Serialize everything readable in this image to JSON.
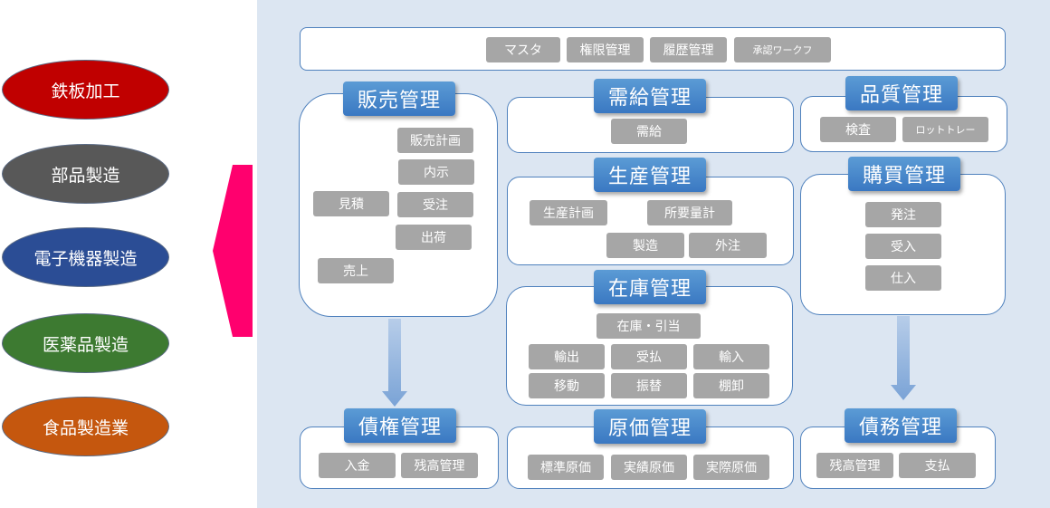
{
  "industries": [
    "鉄板加工",
    "部品製造",
    "電子機器製造",
    "医薬品製造",
    "食品製造業"
  ],
  "top_bar": {
    "master": "マスタ",
    "permission": "権限管理",
    "history": "履歴管理",
    "approval": "承認ワークフ"
  },
  "sales": {
    "title": "販売管理",
    "plan": "販売計画",
    "internal": "内示",
    "estimate": "見積",
    "order": "受注",
    "shipment": "出荷",
    "revenue": "売上"
  },
  "supply": {
    "title": "需給管理",
    "item": "需給"
  },
  "quality": {
    "title": "品質管理",
    "inspection": "検査",
    "lot_trace": "ロットトレー"
  },
  "production": {
    "title": "生産管理",
    "plan": "生産計画",
    "requirements": "所要量計",
    "manufacturing": "製造",
    "outsourcing": "外注"
  },
  "purchasing": {
    "title": "購買管理",
    "order": "発注",
    "receipt": "受入",
    "purchase": "仕入"
  },
  "inventory": {
    "title": "在庫管理",
    "allocation": "在庫・引当",
    "export": "輸出",
    "receive_pay": "受払",
    "import": "輸入",
    "transfer": "移動",
    "replacement": "振替",
    "stocktaking": "棚卸"
  },
  "receivables": {
    "title": "債権管理",
    "deposit": "入金",
    "balance": "残高管理"
  },
  "cost": {
    "title": "原価管理",
    "standard": "標準原価",
    "actual_result": "実績原価",
    "actual": "実際原価"
  },
  "payables": {
    "title": "債務管理",
    "balance": "残高管理",
    "payment": "支払"
  },
  "colors": {
    "header_blue": "#3a78c2",
    "button_gray": "#a6a6a6",
    "panel_bg": "#dce6f2",
    "pointer_pink": "#ff006e"
  }
}
